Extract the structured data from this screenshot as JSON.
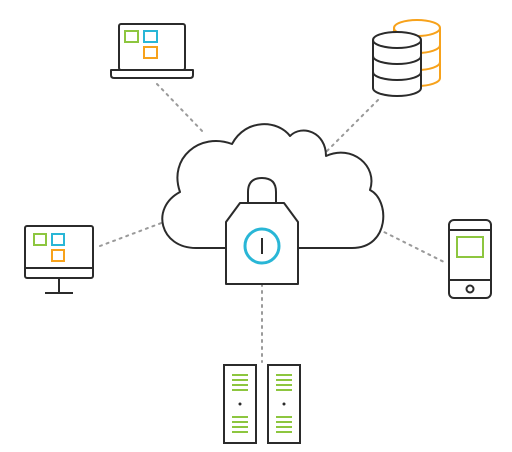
{
  "diagram": {
    "type": "cloud-security-network",
    "center": {
      "name": "cloud",
      "overlay_icon": "padlock-icon",
      "keyhole_icon": "keyhole-icon"
    },
    "nodes": [
      {
        "name": "laptop",
        "icon": "laptop-icon"
      },
      {
        "name": "database",
        "icon": "database-icon"
      },
      {
        "name": "desktop-monitor",
        "icon": "monitor-icon"
      },
      {
        "name": "smartphone",
        "icon": "smartphone-icon"
      },
      {
        "name": "servers",
        "icon": "server-rack-icon"
      }
    ],
    "colors": {
      "stroke": "#2b2b2b",
      "connector": "#9a9a9a",
      "green": "#8dc63f",
      "blue": "#29b6d6",
      "orange": "#f7a21b",
      "white": "#ffffff"
    }
  }
}
